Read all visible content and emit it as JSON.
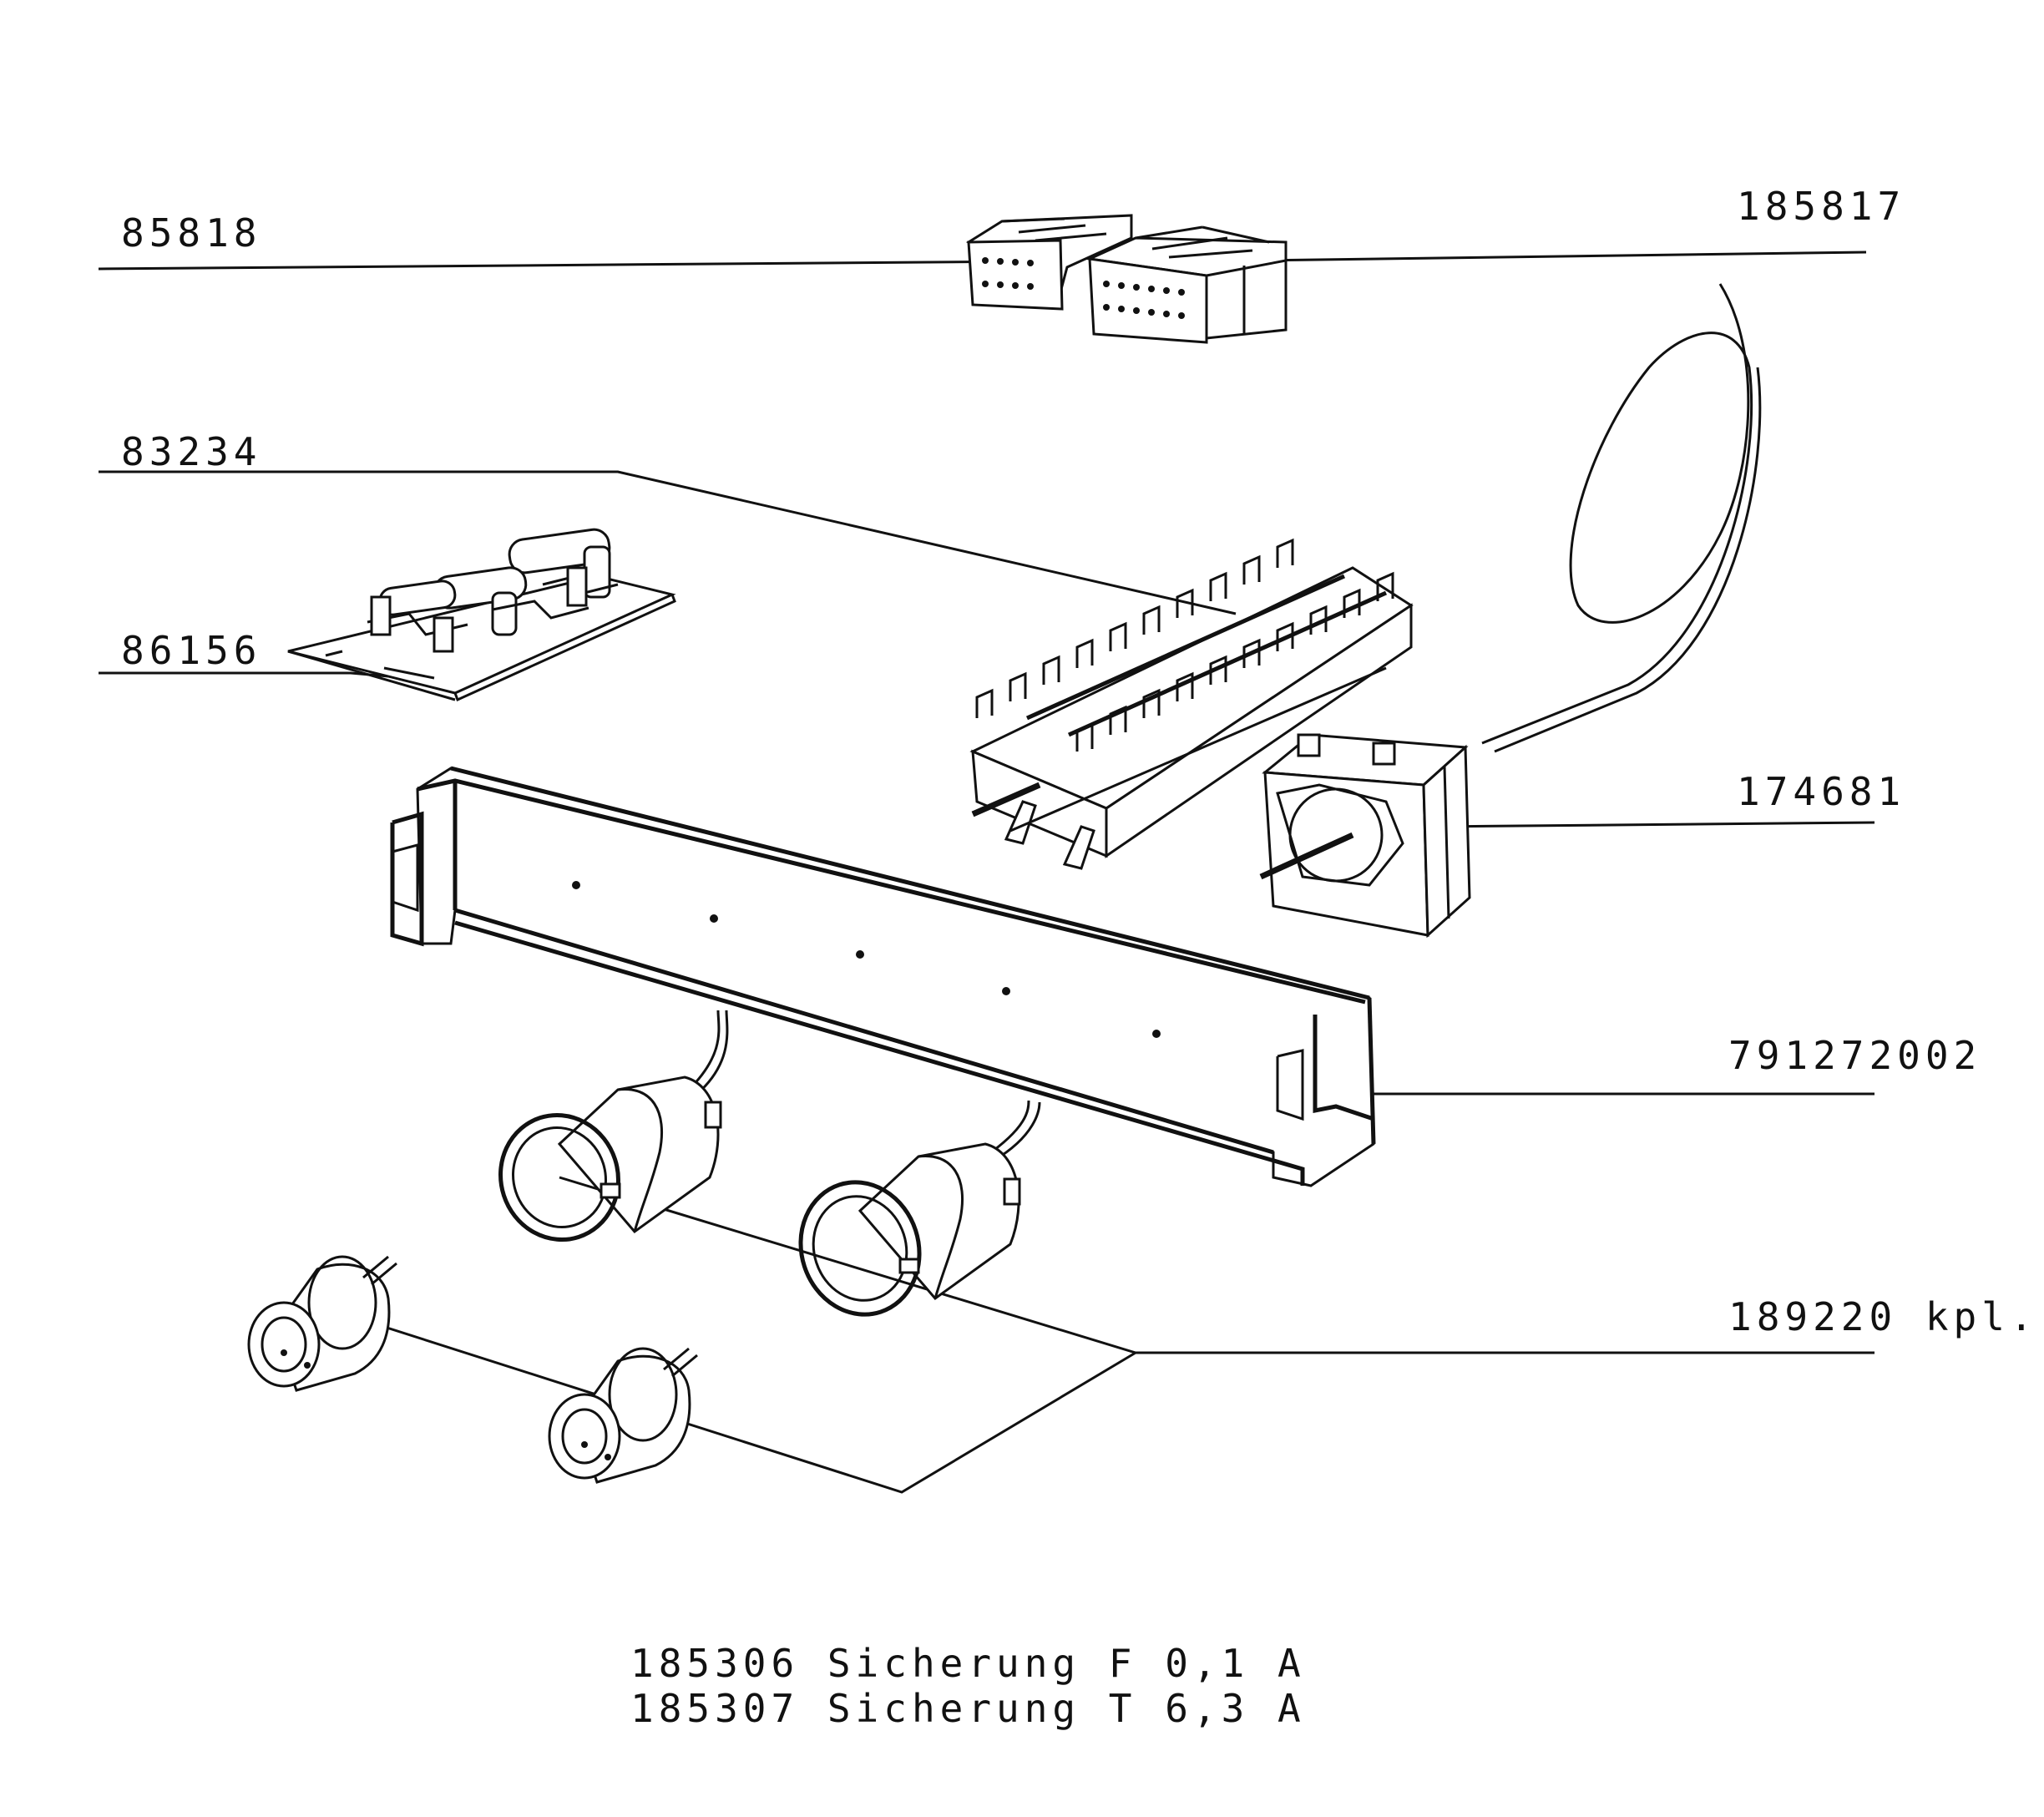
{
  "parts": [
    {
      "id": "p85818",
      "number": "85818"
    },
    {
      "id": "p185817",
      "number": "185817"
    },
    {
      "id": "p83234",
      "number": "83234"
    },
    {
      "id": "p86156",
      "number": "86156"
    },
    {
      "id": "p174681",
      "number": "174681"
    },
    {
      "id": "p791272002",
      "number": "791272002"
    },
    {
      "id": "p189220",
      "number": "189220 kpl."
    }
  ],
  "notes": [
    "185306 Sicherung F 0,1 A",
    "185307 Sicherung T 6,3 A"
  ]
}
